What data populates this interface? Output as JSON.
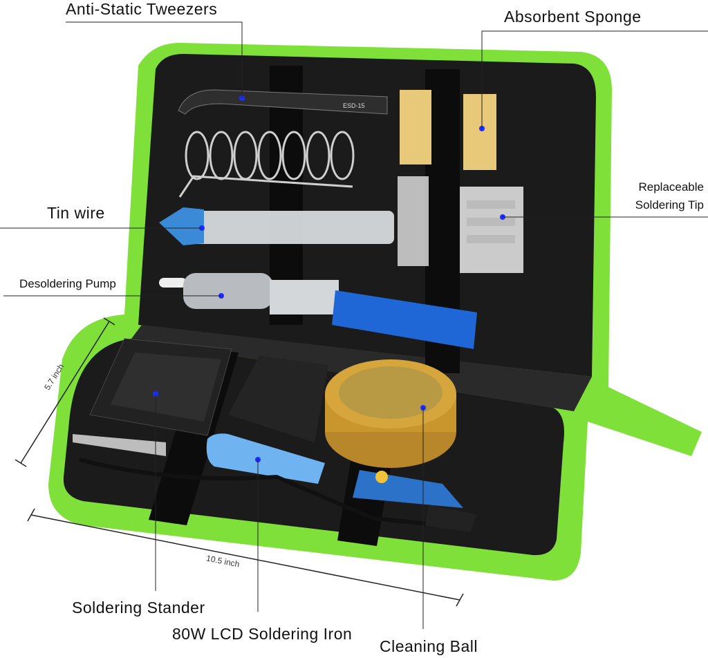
{
  "labels": {
    "tweezers": "Anti-Static Tweezers",
    "sponge": "Absorbent Sponge",
    "tip_line1": "Replaceable",
    "tip_line2": "Soldering Tip",
    "tin_wire": "Tin wire",
    "pump": "Desoldering Pump",
    "stander": "Soldering Stander",
    "iron": "80W LCD Soldering Iron",
    "cleaning_ball": "Cleaning Ball"
  },
  "dimensions": {
    "height": "5.7 inch",
    "width": "10.5 inch"
  },
  "tweezers_marking": "ESD-15",
  "colors": {
    "case_green": "#7fe03a",
    "interior": "#1b1b1b",
    "marker_dot": "#1a2cff",
    "pump_blue": "#1f66d6",
    "iron_blue": "#6fb4f0",
    "sponge": "#e8c97a",
    "brass": "#c9962e"
  }
}
